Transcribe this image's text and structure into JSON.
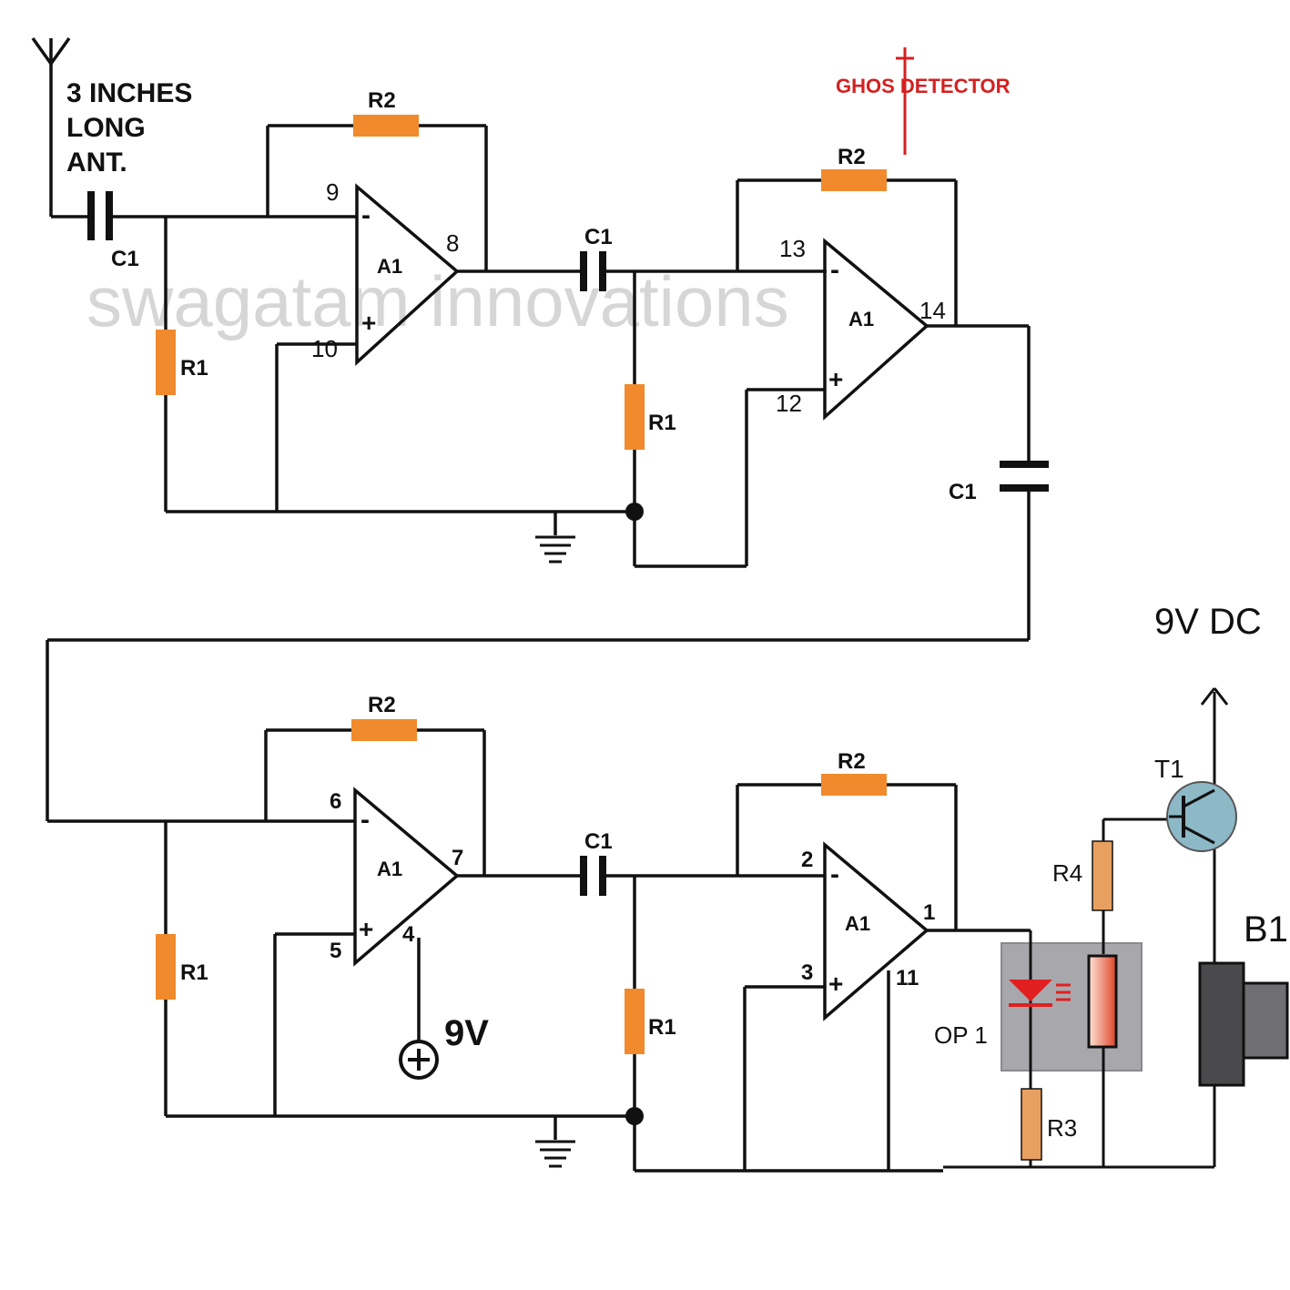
{
  "title": "GHOS DETECTOR",
  "watermark": "swagatam innovations",
  "antenna_label": [
    "3 INCHES",
    "LONG",
    "ANT."
  ],
  "supply_label": "9V DC",
  "battery_pin_label": "9V",
  "components": {
    "r1": "R1",
    "r2": "R2",
    "r3": "R3",
    "r4": "R4",
    "c1": "C1",
    "a1": "A1",
    "t1": "T1",
    "b1": "B1",
    "op1": "OP 1"
  },
  "pins": {
    "stage1": {
      "inv": "9",
      "noninv": "10",
      "out": "8"
    },
    "stage2": {
      "inv": "13",
      "noninv": "12",
      "out": "14"
    },
    "stage3": {
      "inv": "6",
      "noninv": "5",
      "out": "7",
      "supply": "4"
    },
    "stage4": {
      "inv": "2",
      "noninv": "3",
      "out": "1",
      "gnd": "11"
    }
  },
  "colors": {
    "wire": "#111111",
    "resistor": "#f08a2c",
    "resistor_light": "#e8a060",
    "title": "#d42020",
    "led": "#e02020",
    "optocoupler": "#a8a8ac",
    "transistor": "#8db8c6",
    "buzzer": "#4a4a4c"
  }
}
